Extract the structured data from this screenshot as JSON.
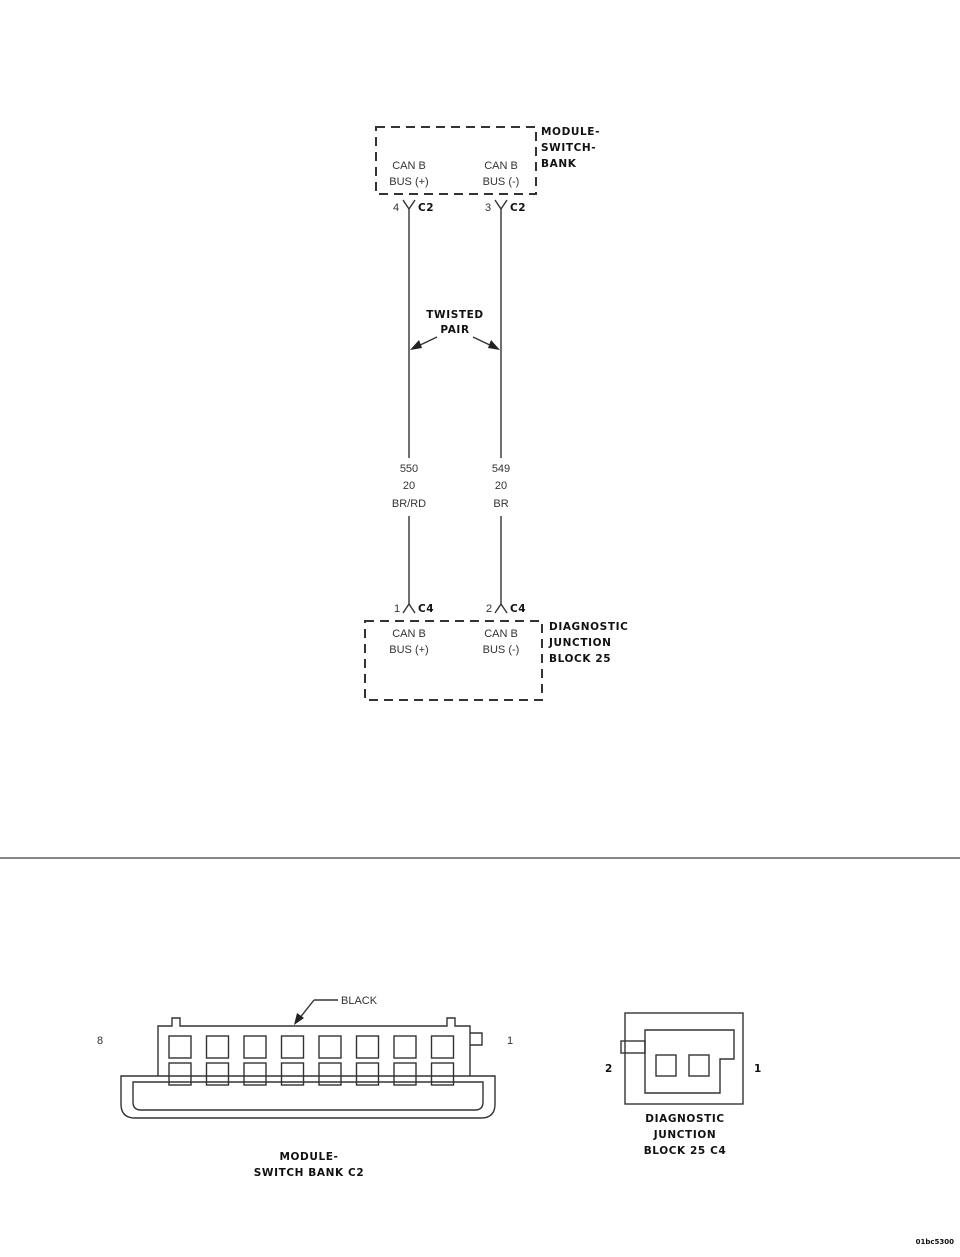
{
  "module": {
    "title_lines": [
      "MODULE-",
      "SWITCH-",
      "BANK"
    ],
    "pin_plus": {
      "line1": "CAN B",
      "line2": "BUS (+)"
    },
    "pin_minus": {
      "line1": "CAN B",
      "line2": "BUS (-)"
    }
  },
  "c2_left": {
    "number": "4",
    "name": "C2"
  },
  "c2_right": {
    "number": "3",
    "name": "C2"
  },
  "twisted_pair": {
    "line1": "TWISTED",
    "line2": "PAIR"
  },
  "wire_plus": {
    "circuit": "550",
    "gauge": "20",
    "color": "BR/RD"
  },
  "wire_minus": {
    "circuit": "549",
    "gauge": "20",
    "color": "BR"
  },
  "c4_left": {
    "number": "1",
    "name": "C4"
  },
  "c4_right": {
    "number": "2",
    "name": "C4"
  },
  "junction": {
    "title_lines": [
      "DIAGNOSTIC",
      "JUNCTION",
      "BLOCK 25"
    ],
    "pin_plus": {
      "line1": "CAN B",
      "line2": "BUS (+)"
    },
    "pin_minus": {
      "line1": "CAN B",
      "line2": "BUS (-)"
    }
  },
  "connector_c2": {
    "color_label": "BLACK",
    "pin_left": "8",
    "pin_right": "1",
    "caption_line1": "MODULE-",
    "caption_line2": "SWITCH BANK C2"
  },
  "connector_c4": {
    "pin_left": "2",
    "pin_right": "1",
    "caption_lines": [
      "DIAGNOSTIC",
      "JUNCTION",
      "BLOCK 25 C4"
    ]
  },
  "figure_id": "01bc5300"
}
